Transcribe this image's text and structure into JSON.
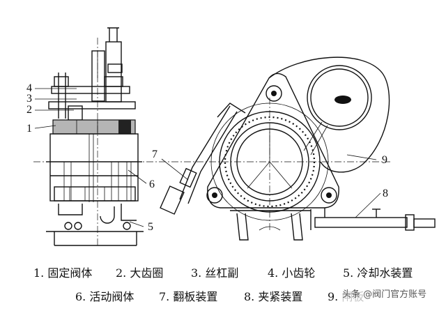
{
  "callouts": {
    "n1": "1",
    "n2": "2",
    "n3": "3",
    "n4": "4",
    "n5": "5",
    "n6": "6",
    "n7": "7",
    "n8": "8",
    "n9": "9"
  },
  "legend": {
    "row1": [
      "1. 固定阀体",
      "2. 大齿圈",
      "3. 丝杠副",
      "4. 小齿轮",
      "5. 冷却水装置"
    ],
    "row2": [
      "6. 活动阀体",
      "7. 翻板装置",
      "8. 夹紧装置",
      "9. 闸板"
    ]
  },
  "watermark": "头条 @阀门官方账号"
}
